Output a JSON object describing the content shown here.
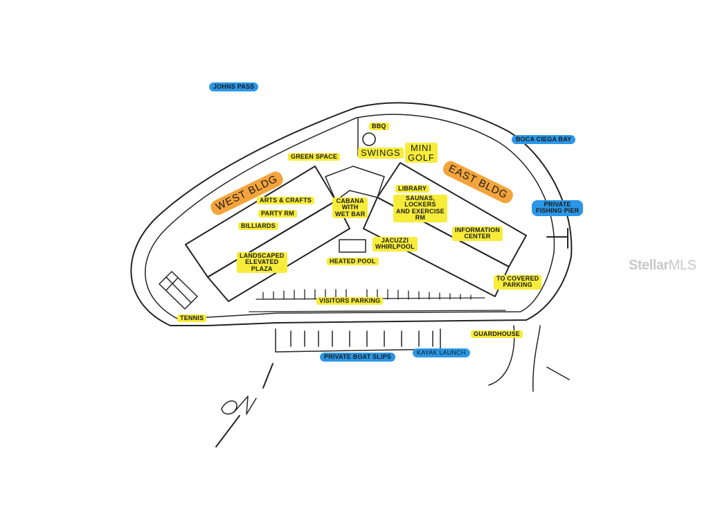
{
  "watermark": {
    "brand": "Stellar",
    "suffix": "MLS"
  },
  "labels": {
    "johns_pass": "JOHNS PASS",
    "boca_ciega_bay": "BOCA CIEGA BAY",
    "private_fishing_pier_1": "PRIVATE",
    "private_fishing_pier_2": "FISHING PIER",
    "bbq": "BBQ",
    "swings": "SWINGS",
    "mini_golf_1": "MINI",
    "mini_golf_2": "GOLF",
    "green_space": "GREEN SPACE",
    "west_bldg": "WEST BLDG",
    "east_bldg": "EAST BLDG",
    "arts_crafts": "ARTS & CRAFTS",
    "party_rm": "PARTY RM",
    "billiards": "BILLIARDS",
    "cabana_1": "CABANA",
    "cabana_2": "WITH",
    "cabana_3": "WET BAR",
    "library": "LIBRARY",
    "saunas_1": "SAUNAS,",
    "saunas_2": "LOCKERS",
    "saunas_3": "AND EXERCISE",
    "saunas_4": "RM",
    "info_1": "INFORMATION",
    "info_2": "CENTER",
    "jacuzzi_1": "JACUZZI",
    "jacuzzi_2": "WHIRLPOOL",
    "heated_pool": "HEATED POOL",
    "landscaped_1": "LANDSCAPED",
    "landscaped_2": "ELEVATED",
    "landscaped_3": "PLAZA",
    "covered_1": "TO COVERED",
    "covered_2": "PARKING",
    "visitors_parking": "VISITORS PARKING",
    "tennis": "TENNIS",
    "guardhouse": "GUARDHOUSE",
    "boat_slips": "PRIVATE BOAT SLIPS",
    "kayak_launch": "KAYAK LAUNCH"
  },
  "colors": {
    "yellow_highlight": "#f7ec3a",
    "blue_highlight": "#2b97e6",
    "orange_highlight": "#f4a43c",
    "line": "#222222"
  }
}
